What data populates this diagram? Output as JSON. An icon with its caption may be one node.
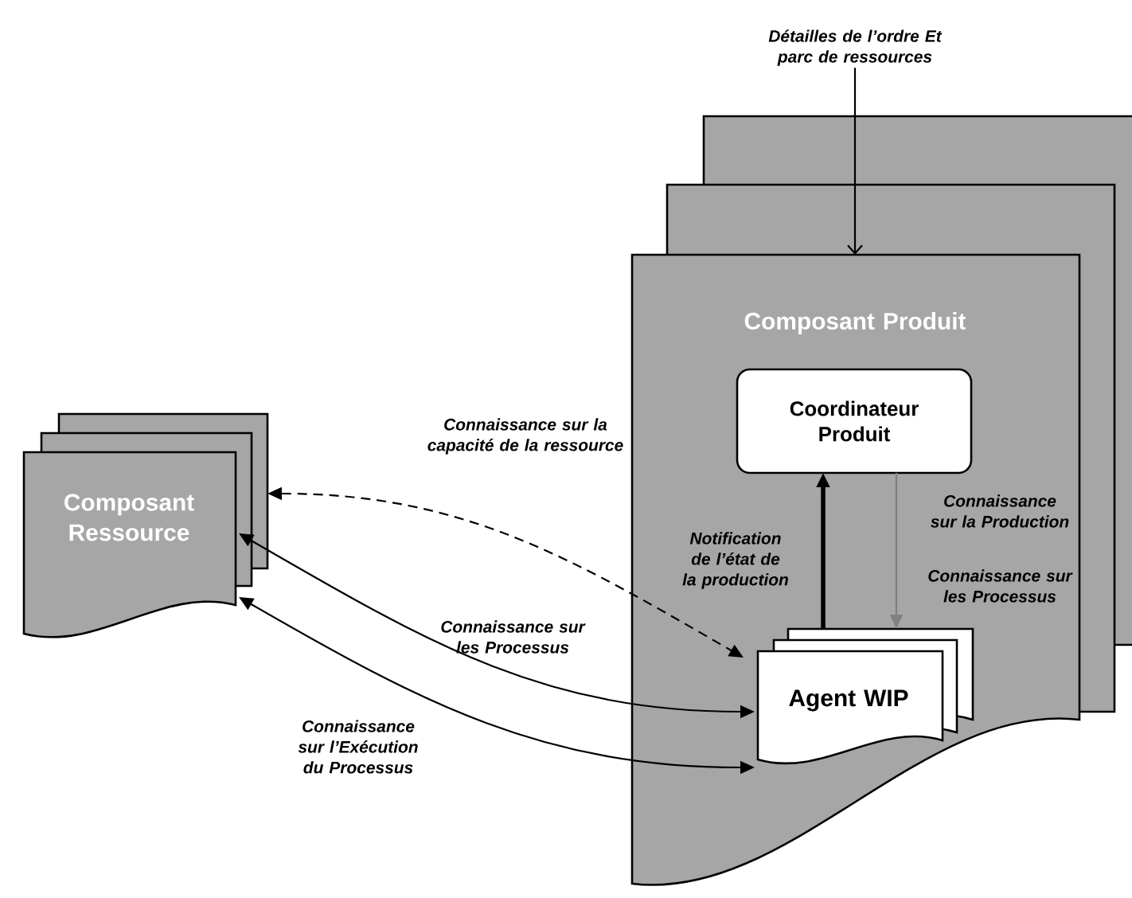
{
  "diagram": {
    "nodes": [
      {
        "text": [
          "Composant Produit"
        ]
      },
      {
        "text": [
          "Coordinateur Produit"
        ],
        "in": 0
      },
      {
        "text": [
          "Agent WIP"
        ],
        "in": 0
      },
      {
        "text": [
          "Composant Ressource"
        ]
      },
      {
        "text": [
          "Détailles de l’ordre Et parc de ressources"
        ]
      }
    ],
    "edges": [
      {
        "from": 4,
        "to": 0,
        "arrow": "to"
      },
      {
        "from": 2,
        "to": 1,
        "arrow": "to",
        "label": "Notification de l’état de la production",
        "style": "thick"
      },
      {
        "from": 1,
        "to": 2,
        "arrow": "to",
        "label": "Connaissance sur la Production",
        "color": "#808080"
      },
      {
        "from": 3,
        "to": 2,
        "arrow": "both",
        "label": "Connaissance sur la capacité de la ressource",
        "style": "dashed"
      },
      {
        "from": 3,
        "to": 2,
        "arrow": "both",
        "label": "Connaissance sur les Processus"
      },
      {
        "from": 3,
        "to": 2,
        "arrow": "both",
        "label": "Connaissance sur l’Exécution du Processus"
      }
    ],
    "labels": [
      "Connaissance sur les Processus"
    ]
  }
}
